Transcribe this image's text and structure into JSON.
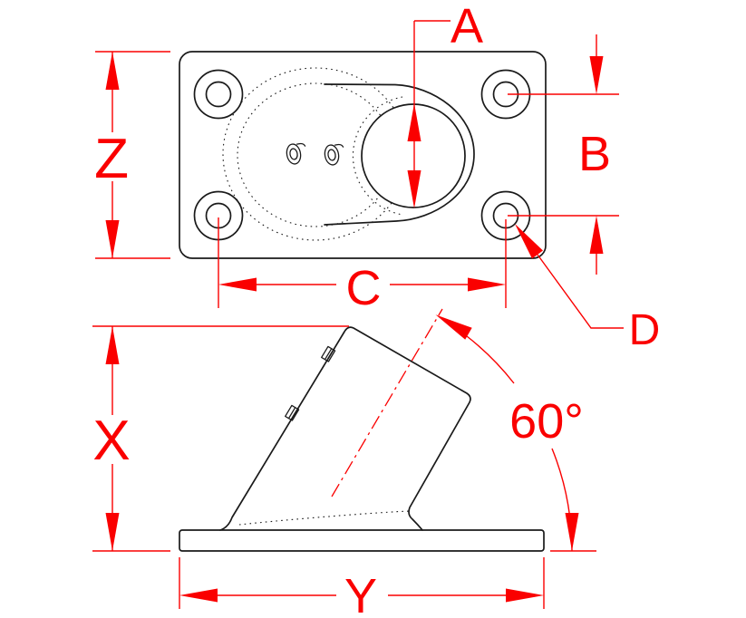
{
  "labels": {
    "bore_diameter": "A",
    "flange_width": "Z",
    "hole_inset": "B",
    "hole_spacing": "C",
    "mounting_hole": "D",
    "overall_height": "X",
    "base_length": "Y",
    "socket_angle": "60°"
  },
  "colors": {
    "dimension": "#fa0000",
    "outline": "#1a1a1a",
    "background": "#ffffff"
  }
}
